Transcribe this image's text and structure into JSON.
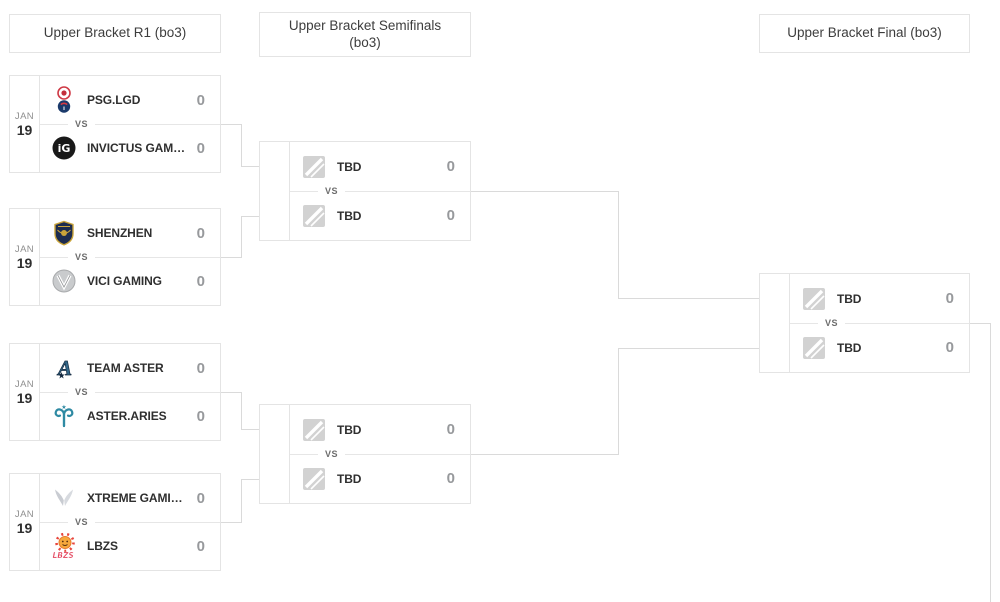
{
  "headers": {
    "r1": "Upper Bracket R1 (bo3)",
    "sf": "Upper Bracket Semifinals (bo3)",
    "final": "Upper Bracket Final (bo3)"
  },
  "vs_label": "VS",
  "matches": {
    "r1m1": {
      "month": "JAN",
      "day": "19",
      "top_name": "PSG.LGD",
      "top_score": "0",
      "bottom_name": "INVICTUS GAM…",
      "bottom_score": "0"
    },
    "r1m2": {
      "month": "JAN",
      "day": "19",
      "top_name": "SHENZHEN",
      "top_score": "0",
      "bottom_name": "VICI GAMING",
      "bottom_score": "0"
    },
    "r1m3": {
      "month": "JAN",
      "day": "19",
      "top_name": "TEAM ASTER",
      "top_score": "0",
      "bottom_name": "ASTER.ARIES",
      "bottom_score": "0"
    },
    "r1m4": {
      "month": "JAN",
      "day": "19",
      "top_name": "XTREME GAMI…",
      "top_score": "0",
      "bottom_name": "LBZS",
      "bottom_score": "0"
    },
    "sf1": {
      "top_name": "TBD",
      "top_score": "0",
      "bottom_name": "TBD",
      "bottom_score": "0"
    },
    "sf2": {
      "top_name": "TBD",
      "top_score": "0",
      "bottom_name": "TBD",
      "bottom_score": "0"
    },
    "final": {
      "top_name": "TBD",
      "top_score": "0",
      "bottom_name": "TBD",
      "bottom_score": "0"
    }
  },
  "icons": {
    "tbd_placeholder": "tbd-placeholder-icon",
    "logos": [
      "psg-lgd-logo",
      "invictus-gaming-logo",
      "shenzhen-logo",
      "vici-gaming-logo",
      "team-aster-logo",
      "aster-aries-logo",
      "xtreme-gaming-logo",
      "lbzs-logo"
    ]
  },
  "colors": {
    "background": "#ffffff",
    "box_border": "#e4e4e4",
    "connector": "#dadada",
    "header_text": "#3d3d3d",
    "team_name": "#2f2f2f",
    "score": "#97999c",
    "date_month": "#8f8f8f",
    "vs_text": "#6d6d6d",
    "placeholder_gray": "#d2d2d2"
  }
}
